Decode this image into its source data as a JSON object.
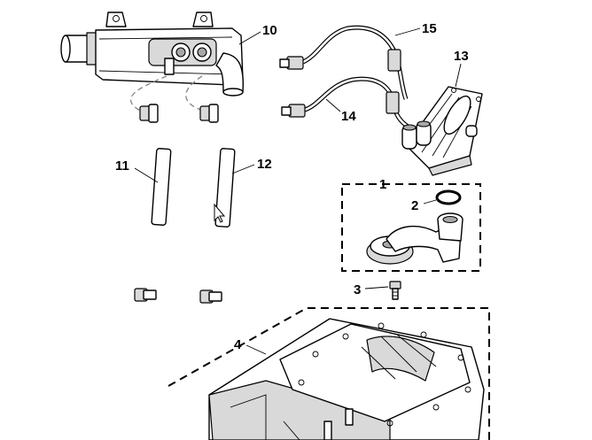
{
  "callouts": {
    "c1": "1",
    "c2": "2",
    "c3": "3",
    "c4": "4",
    "c10": "10",
    "c11": "11",
    "c12": "12",
    "c13": "13",
    "c14": "14",
    "c15": "15"
  },
  "colors": {
    "line": "#000000",
    "shade": "#d9d9d9",
    "background": "#ffffff"
  },
  "icons": [
    "mouse-pointer-icon"
  ]
}
